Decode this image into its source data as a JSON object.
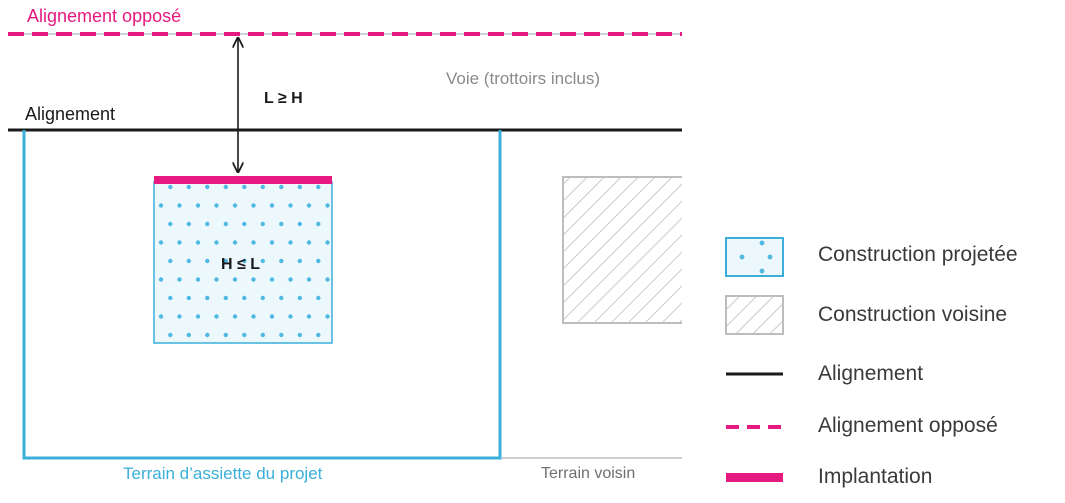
{
  "labels": {
    "opposite_alignment": "Alignement opposé",
    "road": "Voie (trottoirs inclus)",
    "alignment": "Alignement",
    "distance_rule": "L ≥ H",
    "height_rule": "H ≤ L",
    "project_plot": "Terrain d’assiette du projet",
    "neighbor_plot": "Terrain voisin"
  },
  "legend": [
    {
      "label": "Construction projetée"
    },
    {
      "label": "Construction voisine"
    },
    {
      "label": "Alignement"
    },
    {
      "label": "Alignement opposé"
    },
    {
      "label": "Implantation"
    }
  ],
  "colors": {
    "magenta": "#e5197f",
    "blue": "#3aafd9",
    "dot": "#4fb8e3",
    "fill_light": "#edf8fd",
    "black": "#1a1a1a",
    "gray": "#bdbdbd"
  }
}
